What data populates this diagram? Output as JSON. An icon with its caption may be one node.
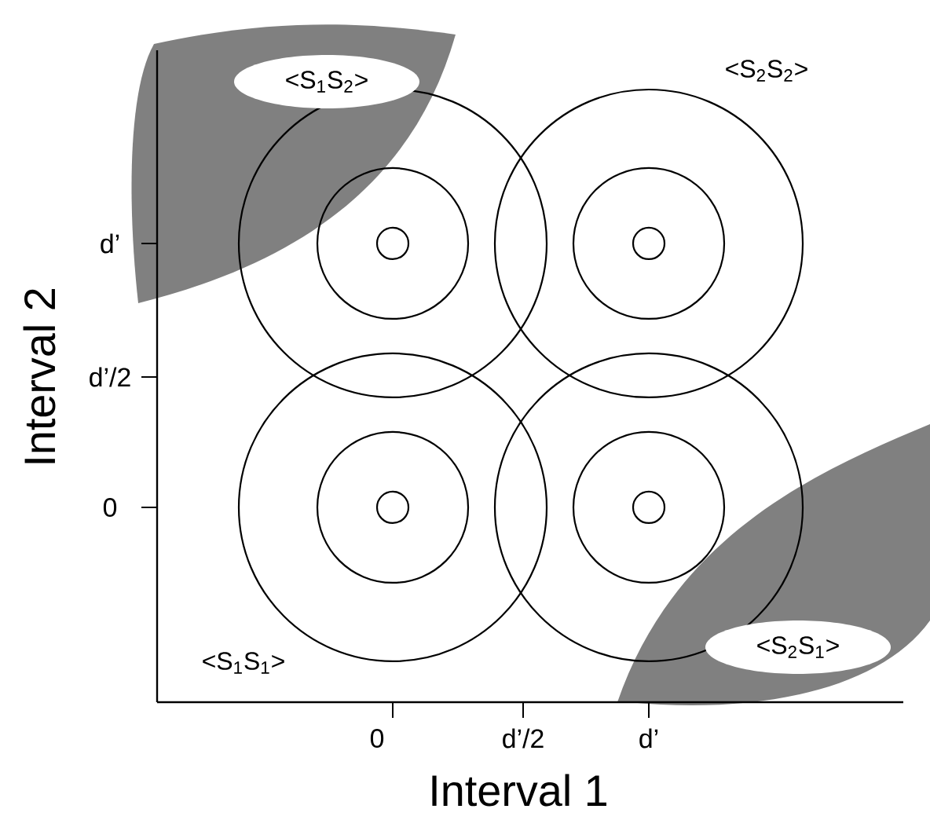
{
  "diagram": {
    "nodes": [
      {
        "text": [
          "<S$_{1}$S$_{2}$>"
        ]
      },
      {
        "text": [
          "<S$_{2}$S$_{1}$>"
        ]
      }
    ],
    "labels": [
      "<S$_{2}$S$_{2}$>",
      "d’",
      "d’/2",
      "0",
      "Interval 2",
      "<S$_{1}$S$_{1}$>",
      "0",
      "d’/2",
      "d’",
      "Interval 1"
    ]
  }
}
